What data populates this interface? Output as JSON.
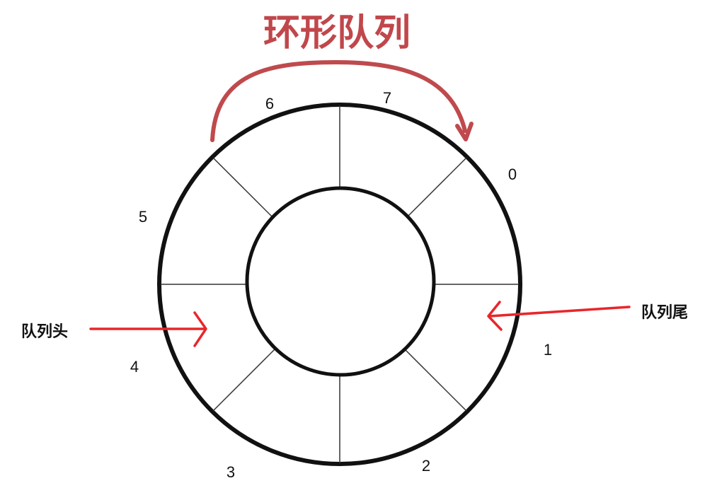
{
  "title": "环形队列",
  "slots": [
    "0",
    "1",
    "2",
    "3",
    "4",
    "5",
    "6",
    "7"
  ],
  "head_label": "队列头",
  "tail_label": "队列尾",
  "colors": {
    "title": "#c0474b",
    "direction_arrow": "#bf4a4d",
    "pointer_arrow": "#e8262b",
    "ring": "#111111",
    "divider": "#333333",
    "text": "#111111"
  }
}
